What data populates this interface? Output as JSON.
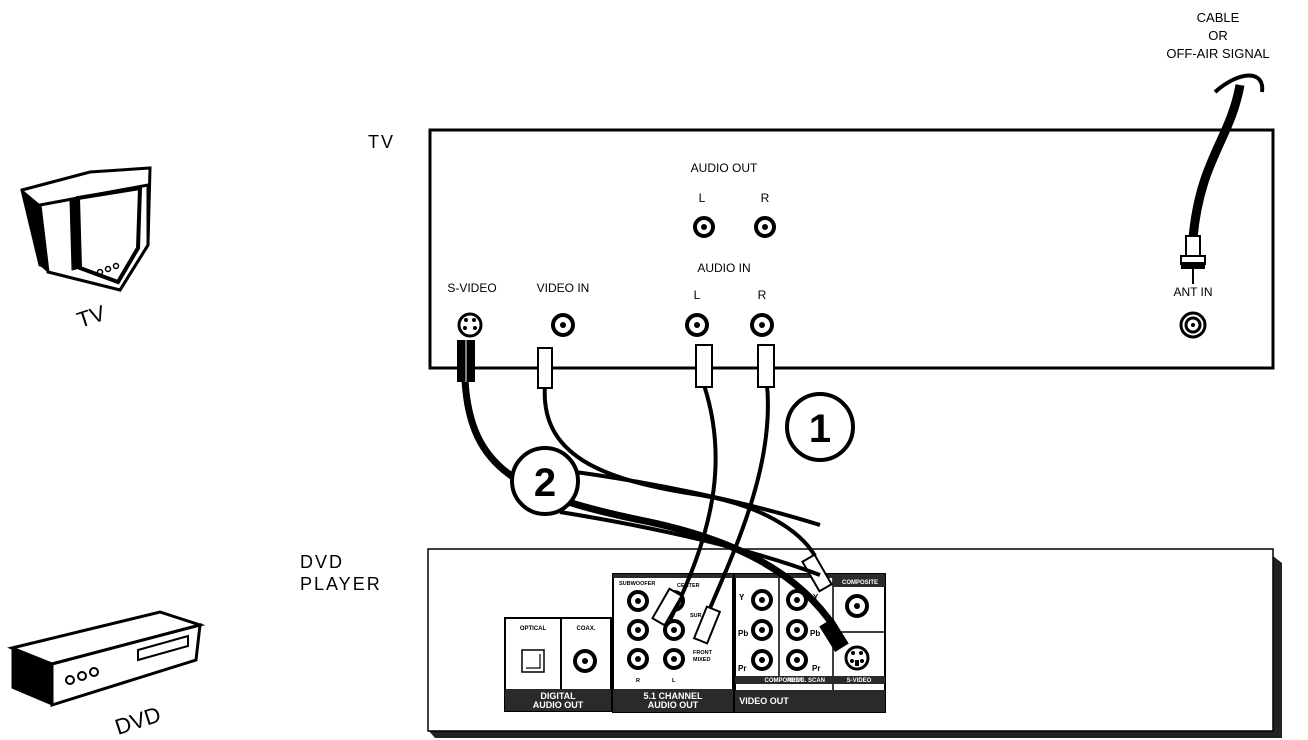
{
  "labels": {
    "cable_line1": "CABLE",
    "cable_line2": "OR",
    "cable_line3": "OFF-AIR SIGNAL",
    "tv_heading": "TV",
    "tv_icon_caption": "TV",
    "dvd_heading_line1": "DVD",
    "dvd_heading_line2": "PLAYER",
    "dvd_icon_caption": "DVD"
  },
  "tv_panel": {
    "audio_out": "AUDIO OUT",
    "audio_out_l": "L",
    "audio_out_r": "R",
    "audio_in": "AUDIO IN",
    "audio_in_l": "L",
    "audio_in_r": "R",
    "s_video": "S-VIDEO",
    "video_in": "VIDEO IN",
    "ant_in": "ANT IN"
  },
  "dvd_panel": {
    "optical": "OPTICAL",
    "coax": "COAX.",
    "digital_line1": "DIGITAL",
    "digital_line2": "AUDIO OUT",
    "subwoofer": "SUBWOOFER",
    "center": "CENTER",
    "sur": "SUR",
    "front_line1": "FRONT",
    "front_line2": "MIXED",
    "ch51_line1": "5.1 CHANNEL",
    "ch51_line2": "AUDIO OUT",
    "ch_r": "R",
    "ch_l": "L",
    "y": "Y",
    "pb": "Pb",
    "pr": "Pr",
    "component": "COMPONENT",
    "prog_scan": "PROG. SCAN",
    "composite": "COMPOSITE",
    "s_video": "S-VIDEO",
    "video_out": "VIDEO OUT"
  },
  "callouts": {
    "one": "1",
    "two": "2"
  }
}
